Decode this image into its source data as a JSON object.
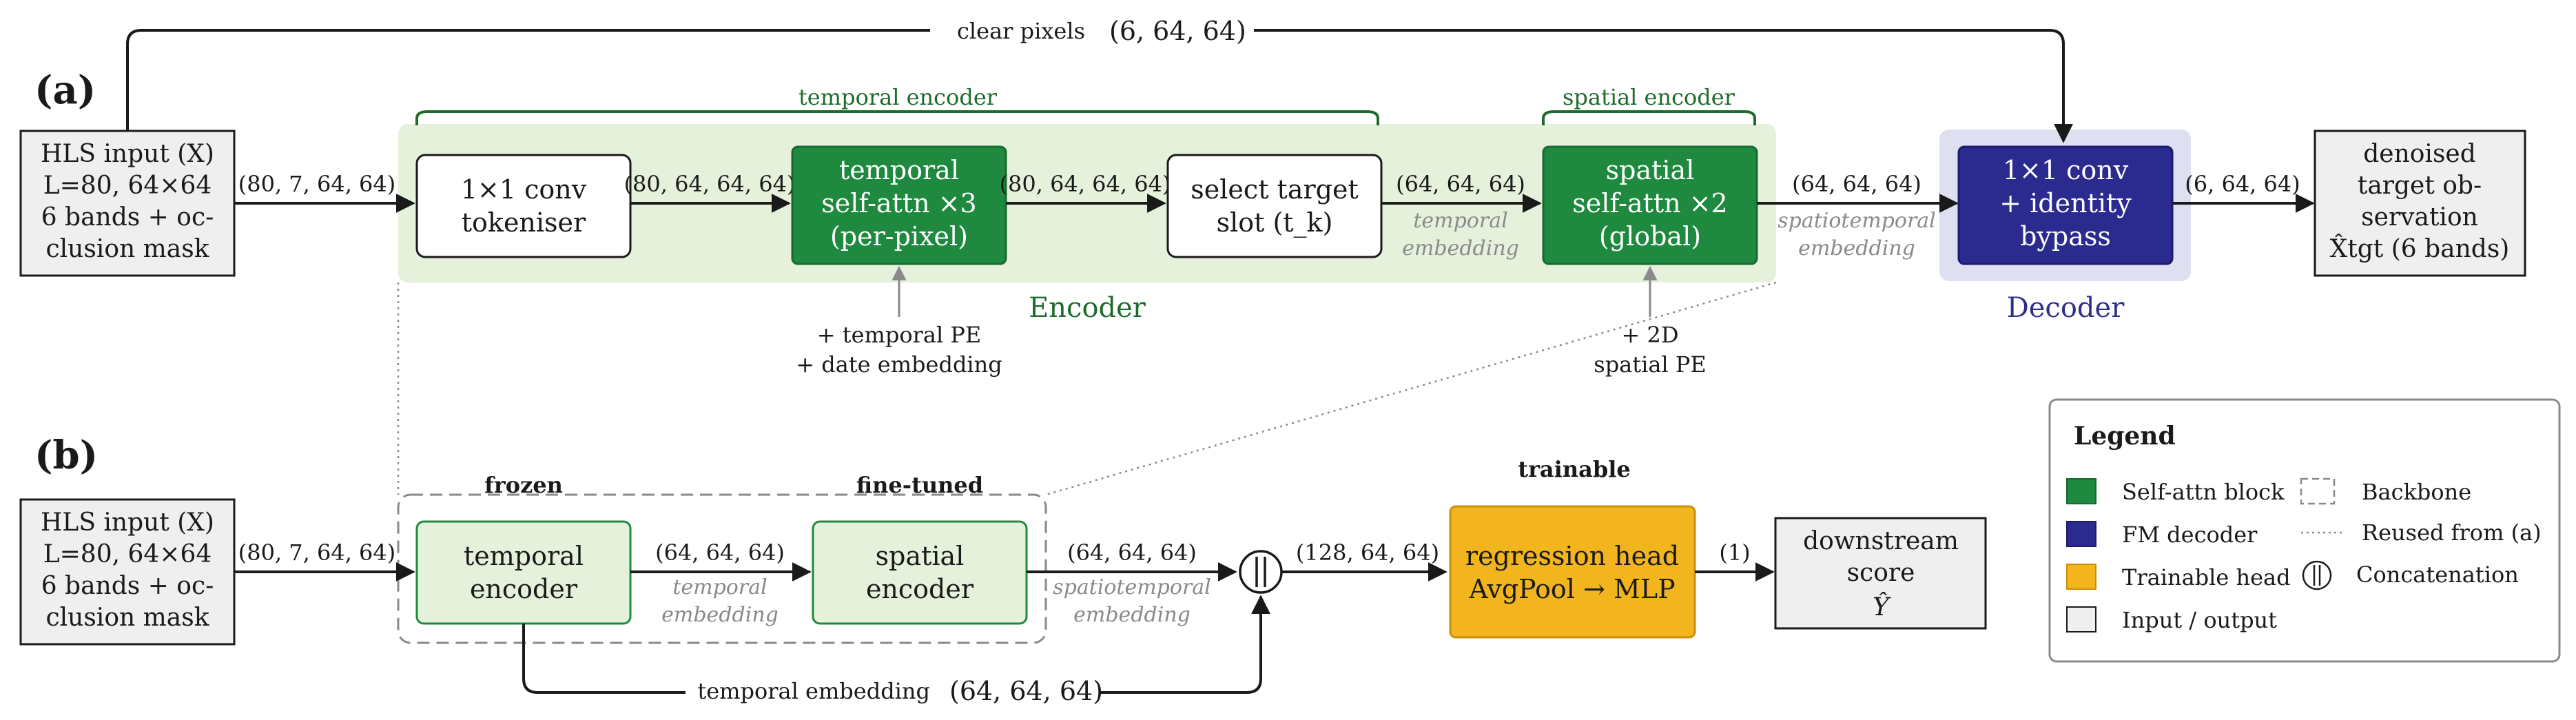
{
  "colors": {
    "self_attn_block": "#1f8a3f",
    "light_green_region": "#e6f1dc",
    "fm_decoder": "#2a2a8f",
    "decoder_region": "#dedff0",
    "trainable_head": "#f2b51d",
    "io_box": "#efefef",
    "arrow": "#1a1a1a",
    "annotation_gray": "#8a8a8a",
    "encoder_label": "#1e6b2e",
    "decoder_label": "#2d2f8a"
  },
  "panel_a": {
    "label": "(a)",
    "input": [
      "HLS input (X)",
      "L=80, 64×64",
      "6 bands + oc-",
      "clusion mask"
    ],
    "skip_label": "clear pixels",
    "skip_shape": "(6, 64, 64)",
    "input_shape": "(80, 7, 64, 64)",
    "tokeniser": [
      "1×1 conv",
      "tokeniser"
    ],
    "tokeniser_shape": "(80, 64, 64, 64)",
    "temporal_attn": [
      "temporal",
      "self-attn ×3",
      "(per-pixel)"
    ],
    "temporal_attn_shape": "(80, 64, 64, 64)",
    "select": [
      "select target",
      "slot (t_k)"
    ],
    "select_shape": "(64, 64, 64)",
    "select_shape_caption": [
      "temporal",
      "embedding"
    ],
    "spatial_attn": [
      "spatial",
      "self-attn ×2",
      "(global)"
    ],
    "spatial_shape": "(64, 64, 64)",
    "spatial_shape_caption": [
      "spatiotemporal",
      "embedding"
    ],
    "temporal_encoder_label": "temporal encoder",
    "spatial_encoder_label": "spatial encoder",
    "encoder_label": "Encoder",
    "temporal_pe": [
      "+ temporal PE",
      "+ date embedding"
    ],
    "spatial_pe": [
      "+ 2D",
      "spatial PE"
    ],
    "decoder_block": [
      "1×1 conv",
      "+ identity",
      "bypass"
    ],
    "decoder_label": "Decoder",
    "decoder_shape": "(6, 64, 64)",
    "output": [
      "denoised",
      "target ob-",
      "servation",
      "X̂tgt (6 bands)"
    ]
  },
  "panel_b": {
    "label": "(b)",
    "input": [
      "HLS input (X)",
      "L=80, 64×64",
      "6 bands + oc-",
      "clusion mask"
    ],
    "input_shape": "(80, 7, 64, 64)",
    "frozen_label": "frozen",
    "finetuned_label": "fine-tuned",
    "trainable_label": "trainable",
    "temporal_encoder": [
      "temporal",
      "encoder"
    ],
    "temporal_shape": "(64, 64, 64)",
    "temporal_shape_caption": [
      "temporal",
      "embedding"
    ],
    "spatial_encoder": [
      "spatial",
      "encoder"
    ],
    "spatial_shape": "(64, 64, 64)",
    "spatial_shape_caption": [
      "spatiotemporal",
      "embedding"
    ],
    "concat_shape": "(128, 64, 64)",
    "skip_label": "temporal embedding",
    "skip_shape": "(64, 64, 64)",
    "head": [
      "regression head",
      "AvgPool → MLP"
    ],
    "head_shape": "(1)",
    "output": [
      "downstream",
      "score",
      "Ŷ"
    ]
  },
  "legend": {
    "title": "Legend",
    "items": [
      {
        "label": "Self-attn block",
        "icon": "green-square"
      },
      {
        "label": "FM decoder",
        "icon": "navy-square"
      },
      {
        "label": "Trainable head",
        "icon": "orange-square"
      },
      {
        "label": "Input / output",
        "icon": "gray-square"
      },
      {
        "label": "Backbone",
        "icon": "dashed-square"
      },
      {
        "label": "Reused from (a)",
        "icon": "dotted-line"
      },
      {
        "label": "Concatenation",
        "icon": "concat-circle"
      }
    ]
  }
}
